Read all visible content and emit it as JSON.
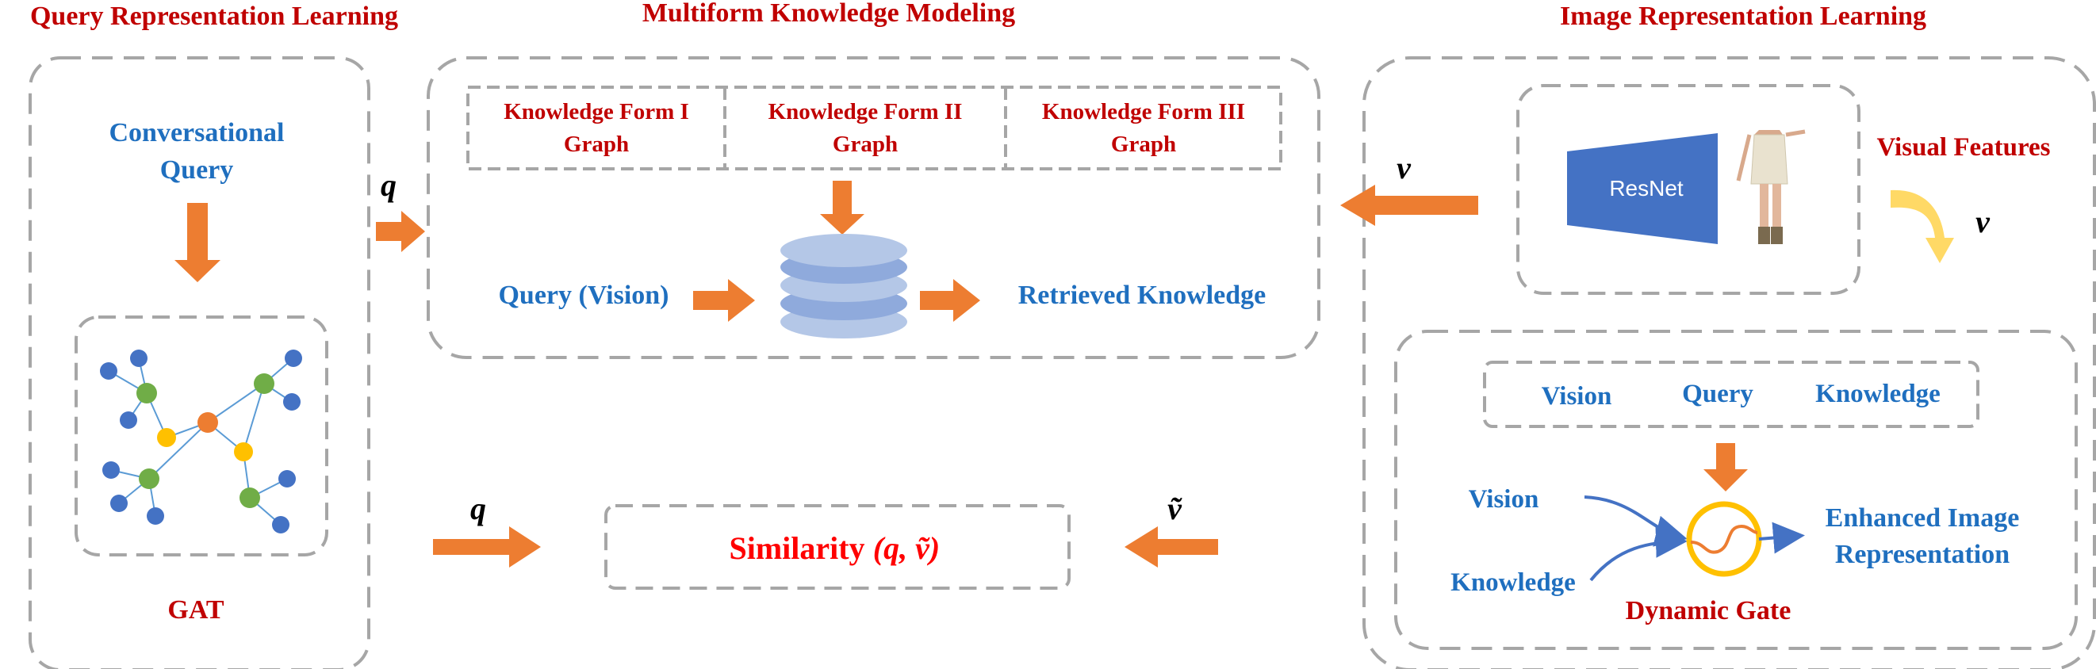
{
  "colors": {
    "title_red": "#c00000",
    "text_blue": "#1f6fbf",
    "arrow_orange": "#ed7d31",
    "box_dash": "#a6a6a6",
    "node_blue": "#4472c4",
    "node_green": "#70ad47",
    "node_yellow": "#ffc000",
    "node_orange": "#ed7d31",
    "edge_blue": "#5b9bd5",
    "db_blue": "#8faadc",
    "resnet_blue": "#4472c4",
    "curved_arrow_yellow": "#ffd966",
    "similarity_red": "#ff0000"
  },
  "sections": {
    "query": {
      "title": "Query Representation Learning",
      "input_line1": "Conversational",
      "input_line2": "Query",
      "model_label": "GAT",
      "output_var": "q"
    },
    "knowledge": {
      "title": "Multiform Knowledge Modeling",
      "forms": [
        {
          "line1": "Knowledge Form I",
          "line2": "Graph"
        },
        {
          "line1": "Knowledge Form II",
          "line2": "Graph"
        },
        {
          "line1": "Knowledge Form III",
          "line2": "Graph"
        }
      ],
      "query_label": "Query (Vision)",
      "retrieved_label": "Retrieved Knowledge",
      "database_icon": "database-icon"
    },
    "image": {
      "title": "Image Representation Learning",
      "backbone_label": "ResNet",
      "product_icon": "skirt-model-photo",
      "visual_features_label": "Visual Features",
      "feature_var": "v",
      "inputs": [
        "Vision",
        "Query",
        "Knowledge"
      ],
      "gate_input_1": "Vision",
      "gate_input_2": "Knowledge",
      "gate_label": "Dynamic Gate",
      "gate_icon": "gate-circle-icon",
      "output_line1": "Enhanced Image",
      "output_line2": "Representation",
      "output_var": "ṽ"
    },
    "similarity": {
      "label": "Similarity",
      "expression": "(q, ṽ)",
      "left_var": "q",
      "right_var": "ṽ"
    }
  }
}
